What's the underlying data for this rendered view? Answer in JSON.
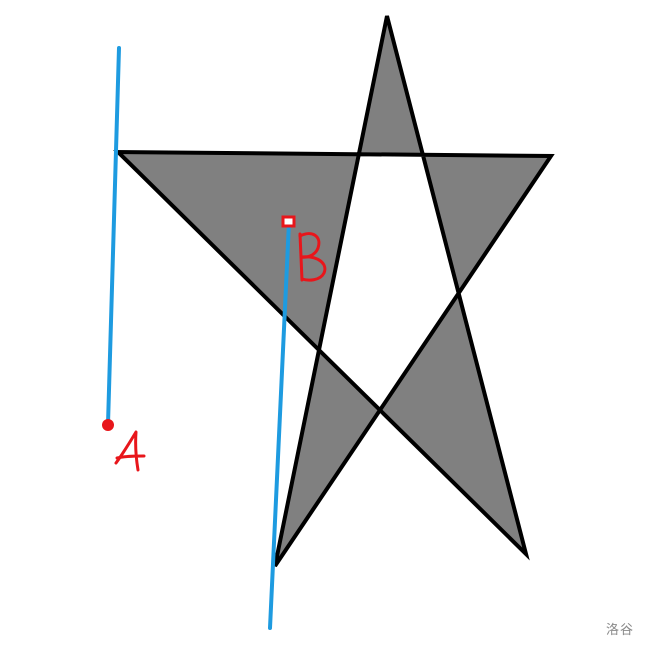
{
  "points": [
    {
      "id": "A",
      "label": "A"
    },
    {
      "id": "B",
      "label": "B"
    }
  ],
  "watermark": "洛谷",
  "colors": {
    "fill": "#808080",
    "outline": "#000000",
    "ray": "#1e9be0",
    "point": "#e8161b",
    "background": "#ffffff"
  },
  "fill_rule": "evenodd"
}
